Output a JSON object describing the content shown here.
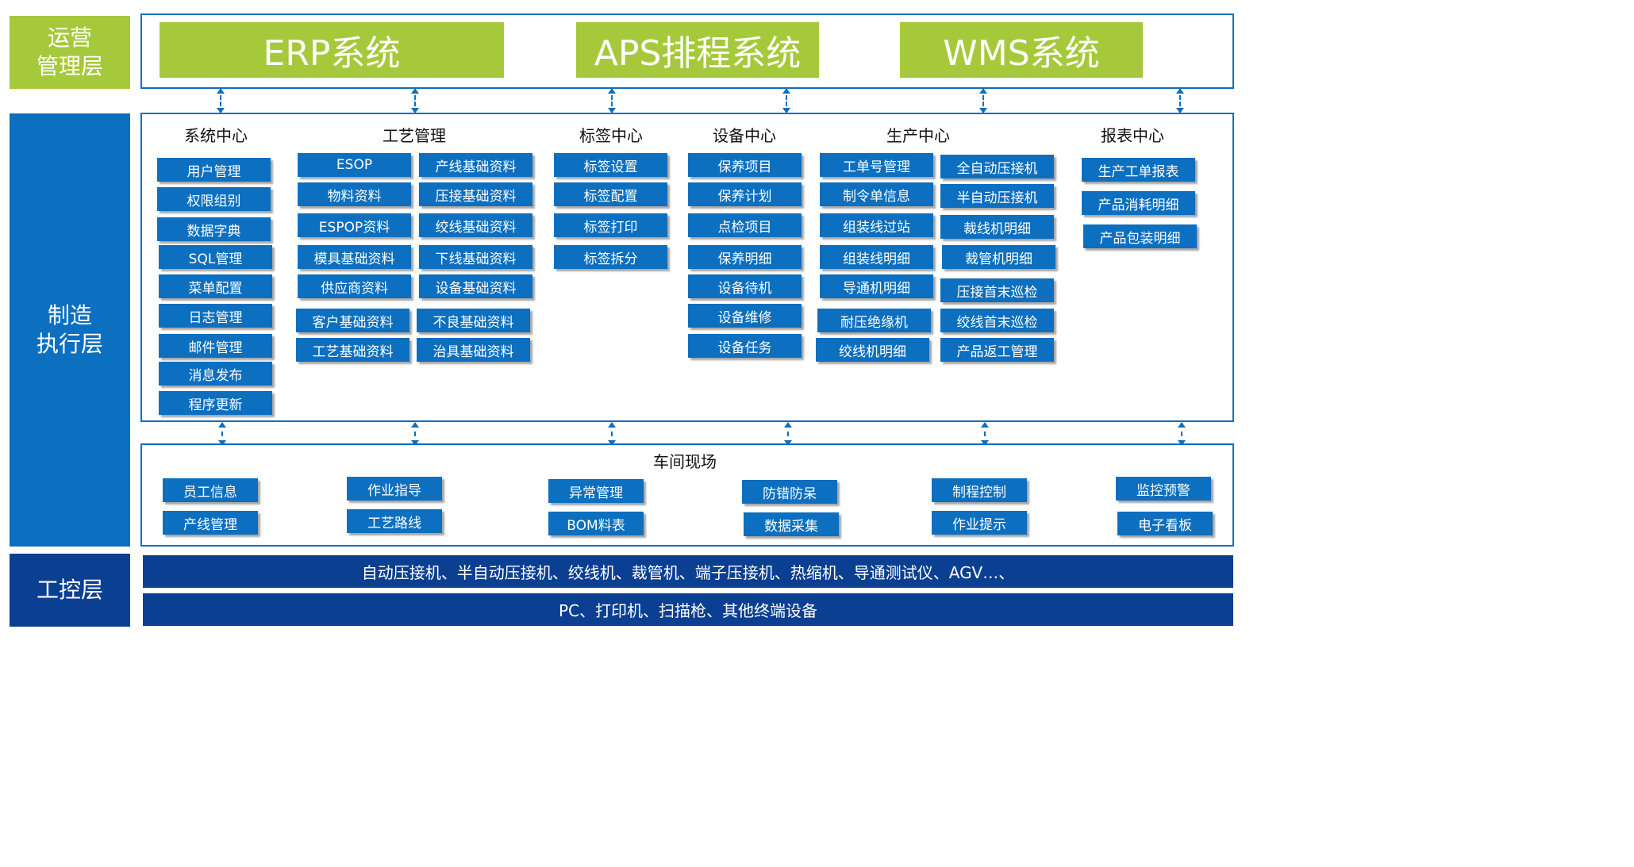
{
  "layers": {
    "operations": "运营\n管理层",
    "execution": "制造\n执行层",
    "control": "工控层"
  },
  "systems": [
    "ERP系统",
    "APS排程系统",
    "WMS系统"
  ],
  "modules": {
    "system_center": {
      "title": "系统中心",
      "items": [
        "用户管理",
        "权限组别",
        "数据字典",
        "SQL管理",
        "菜单配置",
        "日志管理",
        "邮件管理",
        "消息发布",
        "程序更新"
      ]
    },
    "process_mgmt": {
      "title": "工艺管理",
      "left": [
        "ESOP",
        "物料资料",
        "ESPOP资料",
        "模具基础资料",
        "供应商资料",
        "客户基础资料",
        "工艺基础资料"
      ],
      "right": [
        "产线基础资料",
        "压接基础资料",
        "绞线基础资料",
        "下线基础资料",
        "设备基础资料",
        "不良基础资料",
        "治具基础资料"
      ]
    },
    "label_center": {
      "title": "标签中心",
      "items": [
        "标签设置",
        "标签配置",
        "标签打印",
        "标签拆分"
      ]
    },
    "equipment_center": {
      "title": "设备中心",
      "items": [
        "保养项目",
        "保养计划",
        "点检项目",
        "保养明细",
        "设备待机",
        "设备维修",
        "设备任务"
      ]
    },
    "production_center": {
      "title": "生产中心",
      "left": [
        "工单号管理",
        "制令单信息",
        "组装线过站",
        "组装线明细",
        "导通机明细",
        "耐压绝缘机",
        "绞线机明细"
      ],
      "right": [
        "全自动压接机",
        "半自动压接机",
        "裁线机明细",
        "裁管机明细",
        "压接首末巡检",
        "绞线首末巡检",
        "产品返工管理"
      ]
    },
    "report_center": {
      "title": "报表中心",
      "items": [
        "生产工单报表",
        "产品消耗明细",
        "产品包装明细"
      ]
    }
  },
  "workshop": {
    "title": "车间现场",
    "top": [
      "员工信息",
      "作业指导",
      "异常管理",
      "防错防呆",
      "制程控制",
      "监控预警"
    ],
    "bottom": [
      "产线管理",
      "工艺路线",
      "BOM料表",
      "数据采集",
      "作业提示",
      "电子看板"
    ]
  },
  "control_bars": [
    "自动压接机、半自动压接机、绞线机、裁管机、端子压接机、热缩机、导通测试仪、AGV…、",
    "PC、打印机、扫描枪、其他终端设备"
  ],
  "colors": {
    "green": "#a5c93a",
    "blue": "#0c6fbf",
    "navy": "#0b3f91"
  }
}
